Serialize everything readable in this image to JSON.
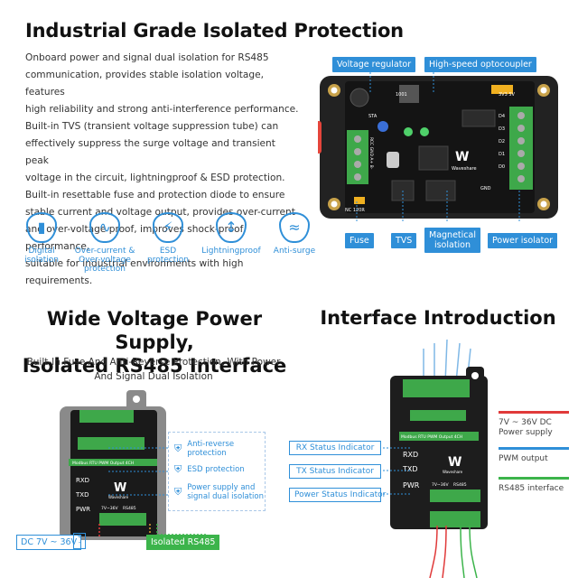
{
  "top": {
    "title": "Industrial Grade Isolated Protection",
    "description": "Onboard power and signal dual isolation for RS485\ncommunication, provides stable isolation voltage, features\nhigh reliability and strong anti-interference performance.\nBuilt-in TVS (transient voltage suppression tube) can\neffectively suppress the surge voltage and transient peak\nvoltage in the circuit, lightningproof & ESD protection.\nBuilt-in resettable fuse and protection diode to ensure\nstable current and voltage output, provides over-current\nand over-voltage proof, improves shock-proof performance,\nsuitable for industrial environments with high requirements.",
    "labels": {
      "voltage_regulator": "Voltage regulator",
      "optocoupler": "High-speed optocoupler",
      "fuse": "Fuse",
      "tvs": "TVS",
      "magnetical_isolation": "Magnetical\nisolation",
      "power_isolator": "Power isolator"
    },
    "features": [
      {
        "label": "Digital\nisolation",
        "icon": "digital-isolation-icon"
      },
      {
        "label": "Over-current &\nOver-voltage\nprotection",
        "icon": "over-current-icon"
      },
      {
        "label": "ESD\nprotection",
        "icon": "esd-icon"
      },
      {
        "label": "Lightningproof",
        "icon": "lightning-icon"
      },
      {
        "label": "Anti-surge",
        "icon": "anti-surge-icon"
      }
    ],
    "board_marks": {
      "sta": "STA",
      "nc120r": "NC  120R",
      "left_pins": "RCC GND A+ B-",
      "right_pins": [
        "D4",
        "D3",
        "D2",
        "D1",
        "D0"
      ],
      "gnd": "GND",
      "power_marks": "3V3  5V",
      "brand": "Waveshare",
      "part": "1001"
    }
  },
  "bottom_left": {
    "title": "Wide Voltage Power Supply,\nIsolated RS485 Interface",
    "subtitle": "Built-In Fuse And Anti-Reverse Protection, With Power\nAnd Signal Dual Isolation",
    "protections": [
      "Anti-reverse protection",
      "ESD protection",
      "Power supply and\nsignal dual isolation"
    ],
    "dc_label": "DC 7V ~ 36V",
    "rs485_label": "Isolated RS485",
    "device_text": {
      "name": "Modbus RTU PWM Output 4CH",
      "rxd": "RXD",
      "txd": "TXD",
      "pwr": "PWR",
      "volt": "7V~36V",
      "rs485": "RS485",
      "brand": "Waveshare"
    }
  },
  "bottom_right": {
    "title": "Interface Introduction",
    "callouts": [
      "RX Status Indicator",
      "TX Status Indicator",
      "Power Status Indicator"
    ],
    "legend": [
      {
        "label": "7V ~ 36V DC\nPower supply",
        "color": "#e03a3a"
      },
      {
        "label": "PWM output",
        "color": "#2f8fd8"
      },
      {
        "label": "RS485 interface",
        "color": "#3cb44b"
      }
    ],
    "device_text": {
      "name": "Modbus RTU PWM Output 4CH",
      "rxd": "RXD",
      "txd": "TXD",
      "pwr": "PWR",
      "volt": "7V~36V",
      "rs485": "RS485",
      "brand": "Waveshare"
    }
  }
}
